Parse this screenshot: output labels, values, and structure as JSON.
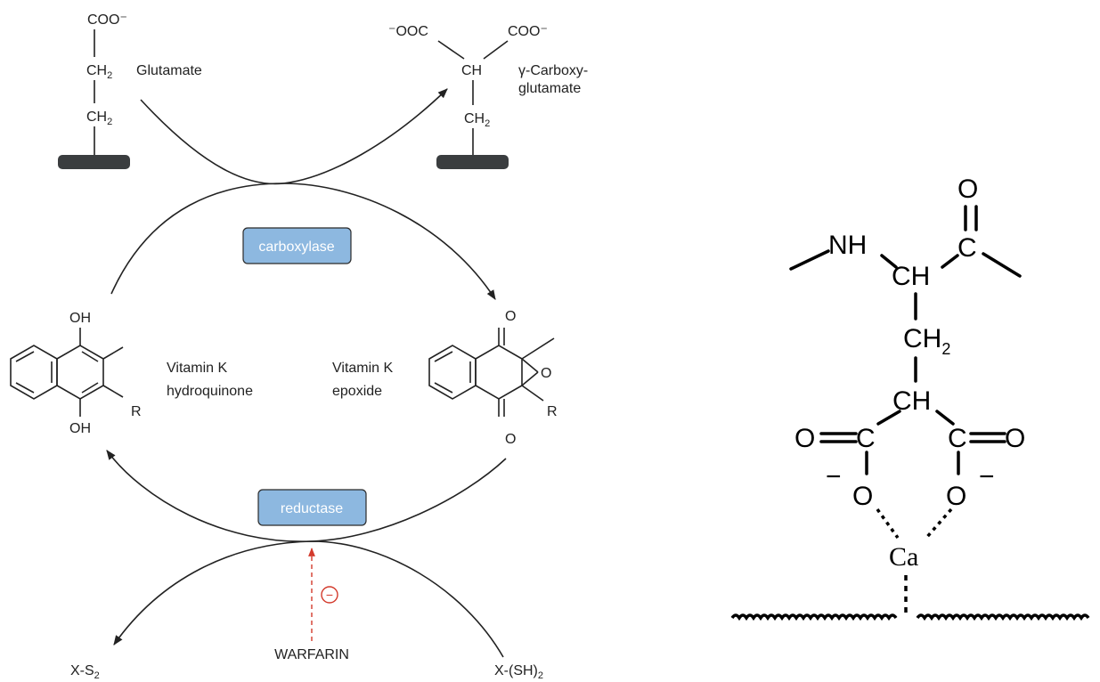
{
  "pathway": {
    "glutamate": {
      "coo": "COO⁻",
      "ch2_a": "CH",
      "ch2_b": "CH",
      "sub2": "2",
      "name": "Glutamate"
    },
    "gla": {
      "ooc": "⁻OOC",
      "coo": "COO⁻",
      "ch": "CH",
      "ch2": "CH",
      "sub2": "2",
      "name_line1": "γ-Carboxy-",
      "name_line2": "glutamate"
    },
    "carboxylase": "carboxylase",
    "reductase": "reductase",
    "hydroquinone": {
      "oh_top": "OH",
      "oh_bottom": "OH",
      "r": "R",
      "name_line1": "Vitamin K",
      "name_line2": "hydroquinone"
    },
    "epoxide": {
      "o_top": "O",
      "o_bottom": "O",
      "o_ring": "O",
      "r": "R",
      "name_line1": "Vitamin K",
      "name_line2": "epoxide"
    },
    "inhibitor": "WARFARIN",
    "inhibit_symbol": "−",
    "x_s2": "X-S",
    "x_s2_sub": "2",
    "x_sh2": "X-(SH)",
    "x_sh2_sub": "2"
  },
  "gla_calcium": {
    "nh": "NH",
    "o_top": "O",
    "c_top": "C",
    "ch_top": "CH",
    "ch2": "CH",
    "ch2_sub": "2",
    "ch_mid": "CH",
    "o_left": "O",
    "c_left": "C",
    "c_right": "C",
    "o_right": "O",
    "neg_left": "−",
    "neg_right": "−",
    "o_minus_left": "O",
    "o_minus_right": "O",
    "ca": "Ca"
  },
  "colors": {
    "enzyme_fill": "#8db8e0",
    "enzyme_stroke": "#2b2b2b",
    "warfarin_arrow": "#d33a2c",
    "substrate_bar": "#3a3d3f"
  }
}
